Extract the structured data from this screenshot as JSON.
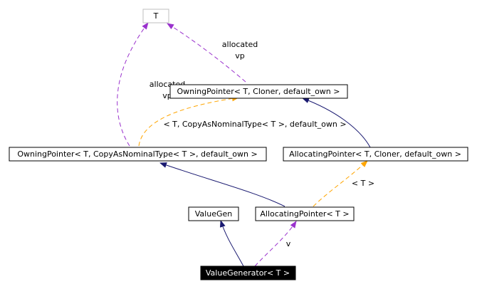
{
  "nodes": {
    "t": "T",
    "owning_cloner": "OwningPointer< T, Cloner, default_own >",
    "owning_copy": "OwningPointer< T, CopyAsNominalType< T >, default_own >",
    "allocating_cloner": "AllocatingPointer< T, Cloner, default_own >",
    "valuegen": "ValueGen",
    "allocating_t": "AllocatingPointer< T >",
    "valuegenerator": "ValueGenerator< T >"
  },
  "edge_labels": {
    "allocated_vp_1_line1": "allocated",
    "allocated_vp_1_line2": "vp",
    "allocated_vp_2_line1": "allocated",
    "allocated_vp_2_line2": "vp",
    "template_copy": "< T, CopyAsNominalType< T >, default_own >",
    "template_t": "< T >",
    "v": "v"
  },
  "colors": {
    "inheritance": "#191970",
    "usage": "#9a32cd",
    "template": "#ffa500",
    "focus_node_bg": "#000000"
  }
}
